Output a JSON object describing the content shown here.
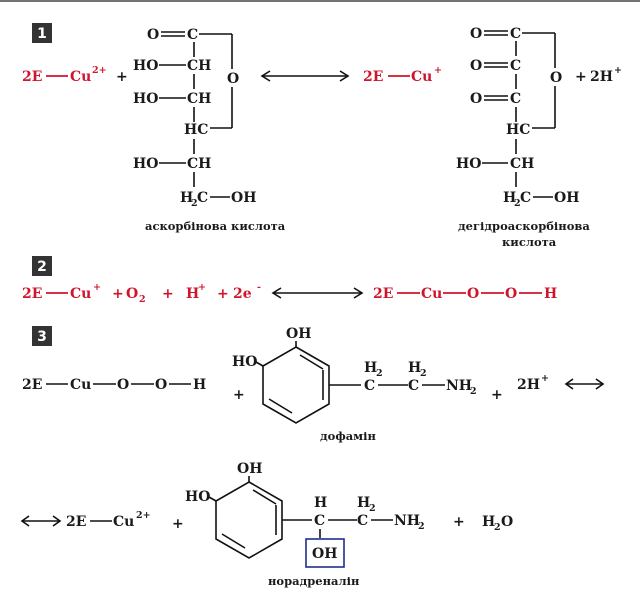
{
  "top_rule_color": "#444444",
  "colors": {
    "reactive": "#d0142c",
    "text": "#1a1a1a",
    "badge": "#333333",
    "highlight_box": "#1f2d8f"
  },
  "badges": [
    "1",
    "2",
    "3"
  ],
  "reaction1": {
    "reactant_complex": {
      "base": "2E",
      "metal": "Cu",
      "charge": "2+"
    },
    "product_complex": {
      "base": "2E",
      "metal": "Cu",
      "charge": "+"
    },
    "plus": "+",
    "proton_coef": "2H",
    "proton_charge": "+",
    "ascorbic_label": "аскорбінова кислота",
    "dehydro_label_line1": "дегідроаскорбінова",
    "dehydro_label_line2": "кислота",
    "atoms": {
      "O": "O",
      "C": "C",
      "CH": "CH",
      "HC": "HC",
      "HO": "HO",
      "OH": "OH",
      "H": "H",
      "H2sub": "2"
    }
  },
  "reaction2": {
    "complex": {
      "base": "2E",
      "metal": "Cu",
      "charge": "+"
    },
    "o2": "O",
    "o2_sub": "2",
    "h": "H",
    "h_charge": "+",
    "e": "2e",
    "e_charge": "-",
    "plus": "+",
    "product": {
      "base": "2E",
      "cu": "Cu",
      "o1": "O",
      "o2": "O",
      "h": "H"
    }
  },
  "reaction3": {
    "peroxo": {
      "base": "2E",
      "cu": "Cu",
      "o1": "O",
      "o2": "O",
      "h": "H"
    },
    "dopamine_label": "дофамін",
    "noradrenaline_label": "норадреналін",
    "proton": "2H",
    "proton_charge": "+",
    "product_complex": {
      "base": "2E",
      "metal": "Cu",
      "charge": "2+"
    },
    "water": "H",
    "water_sub": "2",
    "water_o": "O",
    "plus": "+",
    "atoms": {
      "OH": "OH",
      "HO": "HO",
      "H": "H",
      "C": "C",
      "NH": "NH",
      "sub2": "2"
    }
  }
}
